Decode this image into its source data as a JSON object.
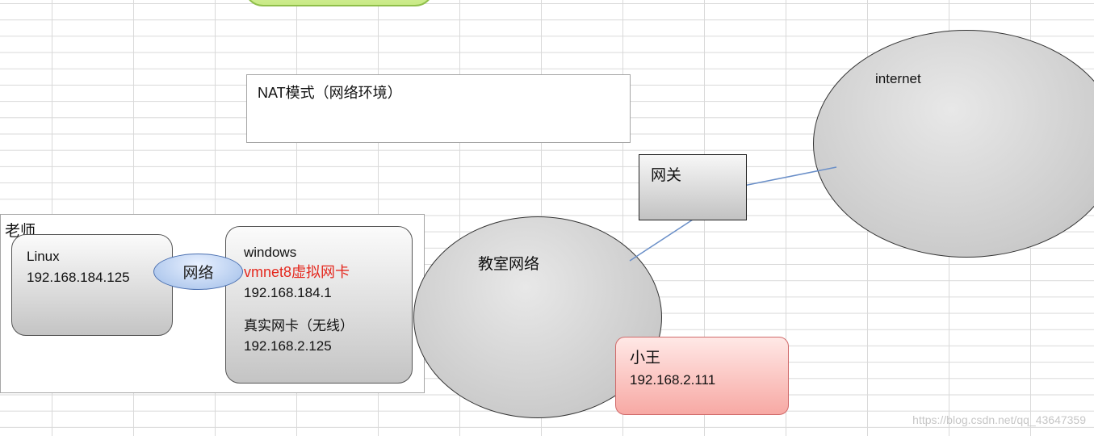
{
  "title_box": {
    "text": "NAT模式（网络环境）"
  },
  "teacher": {
    "label": "老师",
    "linux": {
      "name": "Linux",
      "ip": "192.168.184.125"
    },
    "bridge_label": "网络",
    "windows": {
      "name": "windows",
      "vnic_label": "vmnet8虚拟网卡",
      "vnic_ip": "192.168.184.1",
      "real_nic_label": "真实网卡（无线）",
      "real_nic_ip": "192.168.2.125"
    }
  },
  "classroom": {
    "label": "教室网络"
  },
  "gateway": {
    "label": "网关"
  },
  "internet": {
    "label": "internet"
  },
  "xiaowang": {
    "name": "小王",
    "ip": "192.168.2.111"
  },
  "watermark": "https://blog.csdn.net/qq_43647359",
  "colors": {
    "red_text": "#e4281e",
    "connector": "#6a8fc8"
  }
}
